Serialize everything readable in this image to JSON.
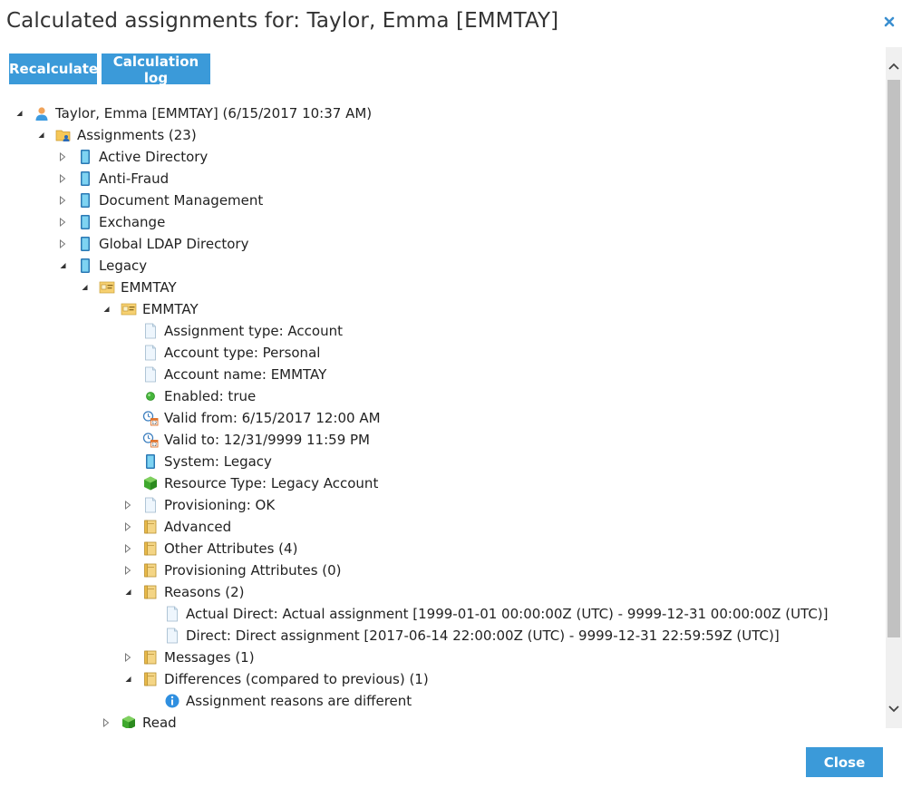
{
  "dialog": {
    "title": "Calculated assignments for: Taylor, Emma [EMMTAY]",
    "close_icon": "close-icon"
  },
  "toolbar": {
    "recalculate_label": "Recalculate",
    "calculation_log_label": "Calculation log"
  },
  "tree": [
    {
      "depth": 0,
      "toggle": "expanded",
      "icon": "user-icon",
      "label": "Taylor, Emma [EMMTAY] (6/15/2017 10:37 AM)"
    },
    {
      "depth": 1,
      "toggle": "expanded",
      "icon": "assignments-folder-icon",
      "label": "Assignments (23)"
    },
    {
      "depth": 2,
      "toggle": "collapsed",
      "icon": "system-icon",
      "label": "Active Directory"
    },
    {
      "depth": 2,
      "toggle": "collapsed",
      "icon": "system-icon",
      "label": "Anti-Fraud"
    },
    {
      "depth": 2,
      "toggle": "collapsed",
      "icon": "system-icon",
      "label": "Document Management"
    },
    {
      "depth": 2,
      "toggle": "collapsed",
      "icon": "system-icon",
      "label": "Exchange"
    },
    {
      "depth": 2,
      "toggle": "collapsed",
      "icon": "system-icon",
      "label": "Global LDAP Directory"
    },
    {
      "depth": 2,
      "toggle": "expanded",
      "icon": "system-icon",
      "label": "Legacy"
    },
    {
      "depth": 3,
      "toggle": "expanded",
      "icon": "account-card-icon",
      "label": "EMMTAY"
    },
    {
      "depth": 4,
      "toggle": "expanded",
      "icon": "account-card-icon",
      "label": "EMMTAY"
    },
    {
      "depth": 5,
      "toggle": "none",
      "icon": "document-icon",
      "label": "Assignment type: Account"
    },
    {
      "depth": 5,
      "toggle": "none",
      "icon": "document-icon",
      "label": "Account type: Personal"
    },
    {
      "depth": 5,
      "toggle": "none",
      "icon": "document-icon",
      "label": "Account name: EMMTAY"
    },
    {
      "depth": 5,
      "toggle": "none",
      "icon": "green-dot-icon",
      "label": "Enabled: true"
    },
    {
      "depth": 5,
      "toggle": "none",
      "icon": "calendar-clock-icon",
      "label": "Valid from: 6/15/2017 12:00 AM"
    },
    {
      "depth": 5,
      "toggle": "none",
      "icon": "calendar-clock-icon",
      "label": "Valid to: 12/31/9999 11:59 PM"
    },
    {
      "depth": 5,
      "toggle": "none",
      "icon": "system-icon",
      "label": "System: Legacy"
    },
    {
      "depth": 5,
      "toggle": "none",
      "icon": "green-cube-icon",
      "label": "Resource Type: Legacy Account"
    },
    {
      "depth": 5,
      "toggle": "collapsed",
      "icon": "document-icon",
      "label": "Provisioning: OK"
    },
    {
      "depth": 5,
      "toggle": "collapsed",
      "icon": "binder-icon",
      "label": "Advanced"
    },
    {
      "depth": 5,
      "toggle": "collapsed",
      "icon": "binder-icon",
      "label": "Other Attributes (4)"
    },
    {
      "depth": 5,
      "toggle": "collapsed",
      "icon": "binder-icon",
      "label": "Provisioning Attributes (0)"
    },
    {
      "depth": 5,
      "toggle": "expanded",
      "icon": "binder-icon",
      "label": "Reasons (2)"
    },
    {
      "depth": 6,
      "toggle": "none",
      "icon": "document-icon",
      "label": "Actual Direct: Actual assignment [1999-01-01 00:00:00Z (UTC) - 9999-12-31 00:00:00Z (UTC)]"
    },
    {
      "depth": 6,
      "toggle": "none",
      "icon": "document-icon",
      "label": "Direct: Direct assignment [2017-06-14 22:00:00Z (UTC) - 9999-12-31 22:59:59Z (UTC)]"
    },
    {
      "depth": 5,
      "toggle": "collapsed",
      "icon": "binder-icon",
      "label": "Messages (1)"
    },
    {
      "depth": 5,
      "toggle": "expanded",
      "icon": "binder-icon",
      "label": "Differences (compared to previous) (1)"
    },
    {
      "depth": 6,
      "toggle": "none",
      "icon": "info-icon",
      "label": "Assignment reasons are different"
    },
    {
      "depth": 4,
      "toggle": "collapsed",
      "icon": "green-cube-icon",
      "label": "Read"
    }
  ],
  "footer": {
    "close_label": "Close"
  },
  "colors": {
    "button_bg": "#3b9ad9",
    "button_text": "#ffffff",
    "scrollbar_thumb": "#c1c1c1"
  }
}
